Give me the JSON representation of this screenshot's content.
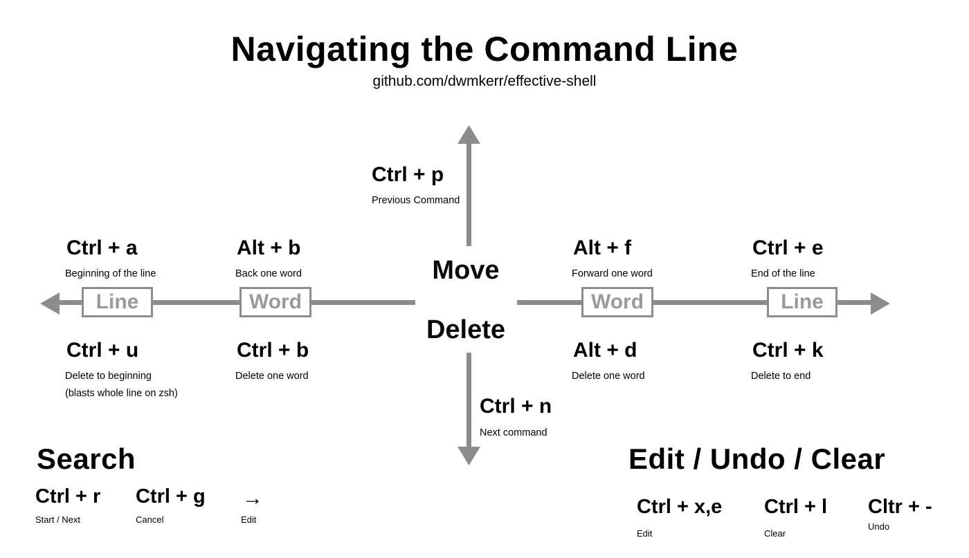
{
  "header": {
    "title": "Navigating the Command Line",
    "subtitle": "github.com/dwmkerr/effective-shell"
  },
  "colors": {
    "text": "#000000",
    "axis": "#8c8c8c",
    "box_label": "#9a9a9a",
    "background": "#ffffff"
  },
  "axes": {
    "move_label": "Move",
    "delete_label": "Delete",
    "boxes": {
      "left_line": "Line",
      "left_word": "Word",
      "right_word": "Word",
      "right_line": "Line"
    }
  },
  "vertical": {
    "up": {
      "combo": "Ctrl + p",
      "desc": "Previous Command"
    },
    "down": {
      "combo": "Ctrl + n",
      "desc": "Next command"
    }
  },
  "move_row": [
    {
      "combo": "Ctrl + a",
      "desc": "Beginning of the line"
    },
    {
      "combo": "Alt + b",
      "desc": "Back one word"
    },
    {
      "combo": "Alt + f",
      "desc": "Forward one word"
    },
    {
      "combo": "Ctrl + e",
      "desc": "End of the line"
    }
  ],
  "delete_row": [
    {
      "combo": "Ctrl + u",
      "desc": "Delete to beginning",
      "desc2": "(blasts whole line on zsh)"
    },
    {
      "combo": "Ctrl + b",
      "desc": "Delete one word",
      "desc2": ""
    },
    {
      "combo": "Alt + d",
      "desc": "Delete one word",
      "desc2": ""
    },
    {
      "combo": "Ctrl + k",
      "desc": "Delete to end",
      "desc2": ""
    }
  ],
  "search": {
    "title": "Search",
    "items": [
      {
        "combo": "Ctrl + r",
        "desc": "Start / Next",
        "icon": ""
      },
      {
        "combo": "Ctrl + g",
        "desc": "Cancel",
        "icon": ""
      },
      {
        "combo": "→",
        "desc": "Edit",
        "icon": "arrow-right-icon"
      }
    ]
  },
  "edit_undo_clear": {
    "title": "Edit / Undo / Clear",
    "items": [
      {
        "combo": "Ctrl + x,e",
        "desc": "Edit"
      },
      {
        "combo": "Ctrl + l",
        "desc": "Clear"
      },
      {
        "combo": "Cltr + -",
        "desc": "Undo"
      }
    ]
  }
}
